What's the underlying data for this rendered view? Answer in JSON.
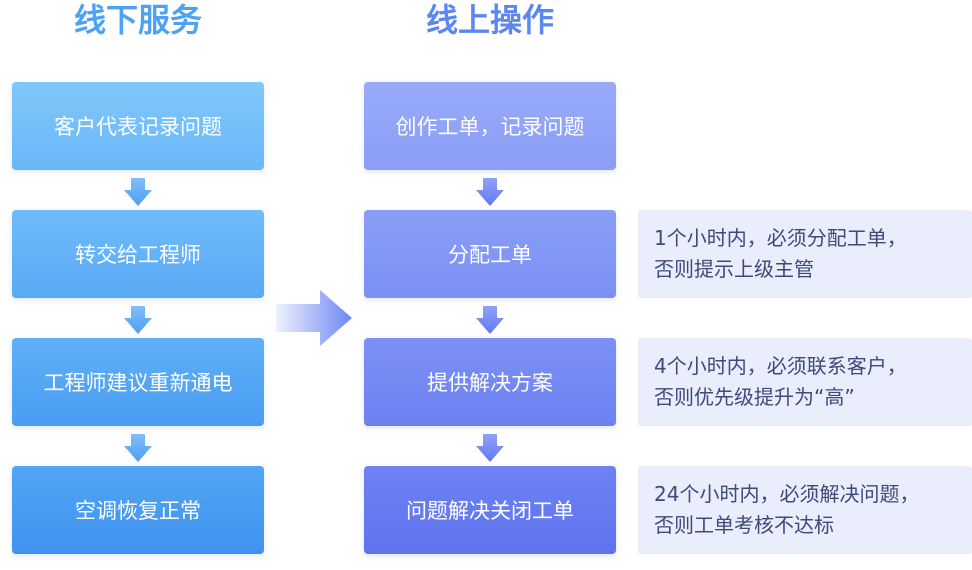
{
  "offline": {
    "title": "线下服务",
    "steps": [
      "客户代表记录问题",
      "转交给工程师",
      "工程师建议重新通电",
      "空调恢复正常"
    ]
  },
  "online": {
    "title": "线上操作",
    "steps": [
      "创作工单，记录问题",
      "分配工单",
      "提供解决方案",
      "问题解决关闭工单"
    ]
  },
  "notes": [
    {
      "line1": "1个小时内，必须分配工单，",
      "line2": "否则提示上级主管"
    },
    {
      "line1": "4个小时内，必须联系客户，",
      "line2": "否则优先级提升为“高”"
    },
    {
      "line1": "24个小时内，必须解决问题，",
      "line2": "否则工单考核不达标"
    }
  ],
  "colors": {
    "offline_box": "#5eaef7",
    "online_box": "#7c92f5",
    "note_bg": "#eaedfc",
    "offline_title": "#4fa2f2",
    "online_title": "#5c87f2"
  }
}
